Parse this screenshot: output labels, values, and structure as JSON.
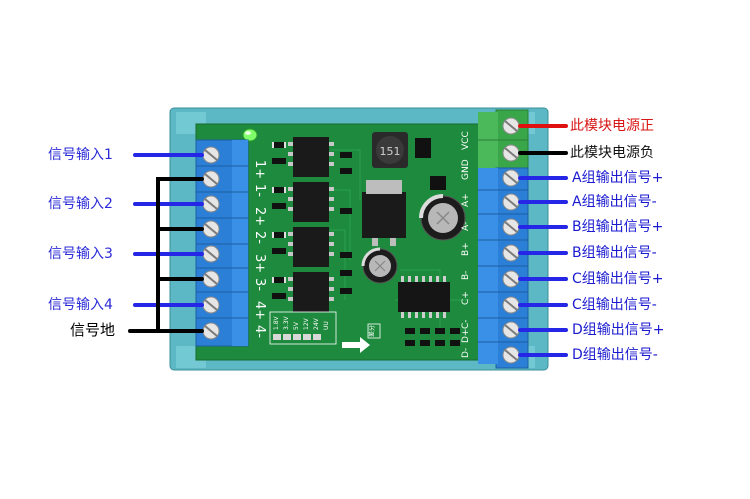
{
  "left_labels": {
    "in1": "信号输入1",
    "in2": "信号输入2",
    "in3": "信号输入3",
    "in4": "信号输入4",
    "gnd": "信号地"
  },
  "right_labels": {
    "vcc": "此模块电源正",
    "gnd": "此模块电源负",
    "a_pos": "A组输出信号+",
    "a_neg": "A组输出信号-",
    "b_pos": "B组输出信号+",
    "b_neg": "B组输出信号-",
    "c_pos": "C组输出信号+",
    "c_neg": "C组输出信号-",
    "d_pos": "D组输出信号+",
    "d_neg": "D组输出信号-"
  },
  "board": {
    "input_pins": [
      "1+",
      "1-",
      "2+",
      "2-",
      "3+",
      "3-",
      "4+",
      "4-"
    ],
    "power_pins": [
      "GND",
      "VCC"
    ],
    "output_pins": [
      "A+",
      "A-",
      "B+",
      "B-",
      "C+",
      "C-",
      "D+",
      "D-"
    ],
    "voltage_options": [
      "1.8V",
      "3.3V",
      "5V",
      "12V",
      "24V"
    ],
    "voltage_suffix": "UU",
    "inductor_marking": "151",
    "arrow_text": "差分"
  },
  "colors": {
    "board": "#1e8a3e",
    "rail": "#5bb8c4",
    "terminal_blue": "#2b7fd6",
    "terminal_green": "#3aa64a",
    "wire_blue": "#2626e6",
    "wire_red": "#e01010",
    "wire_black": "#000000"
  }
}
